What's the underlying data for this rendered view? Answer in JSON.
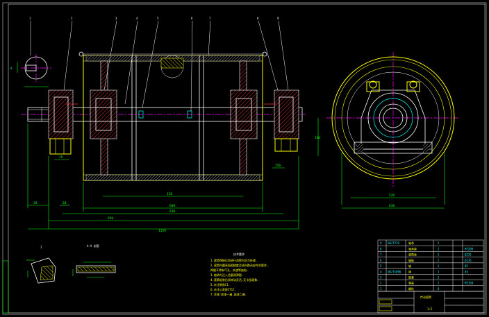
{
  "balloons": [
    "1",
    "2",
    "3",
    "4",
    "5",
    "6",
    "7",
    "8",
    "9"
  ],
  "section_marks": {
    "view_a": "A",
    "detail_label": "I",
    "detail_a_title": "A-A 剖面"
  },
  "dimensions": {
    "d1": "15",
    "d2": "120",
    "d3": "20",
    "d4": "600",
    "d5": "930",
    "d6": "950",
    "d7": "1159",
    "d8": "20",
    "d9": "150",
    "side_width_1": "520",
    "side_width_2": "630",
    "side_height": "100"
  },
  "tech_requirements": {
    "title": "技术要求",
    "lines": [
      "1.滚筒焊接后须进行消除内应力处理.",
      "2.滚筒外圆表面粗糙度及径向跳动应符合要求,",
      "  焊缝不得有气孔、夹渣等缺陷.",
      "3.轴承内注入适量润滑脂.",
      "4.滚筒组装后须转动灵活,无卡阻现象.",
      "5.未注倒角C1.",
      "6.未注公差按IT12.",
      "7.涂漆:底漆一遍,面漆二遍."
    ]
  },
  "parts_list": [
    {
      "no": "9",
      "code": "GB/T276",
      "name": "轴承",
      "qty": "2",
      "material": ""
    },
    {
      "no": "8",
      "code": "",
      "name": "轴承座",
      "qty": "2",
      "material": "HT200"
    },
    {
      "no": "7",
      "code": "",
      "name": "滚筒体",
      "qty": "1",
      "material": "Q235"
    },
    {
      "no": "6",
      "code": "",
      "name": "辐板",
      "qty": "2",
      "material": "Q235"
    },
    {
      "no": "5",
      "code": "",
      "name": "轴",
      "qty": "1",
      "material": "45"
    },
    {
      "no": "4",
      "code": "GB/T1096",
      "name": "键",
      "qty": "2",
      "material": "45"
    },
    {
      "no": "3",
      "code": "",
      "name": "胀套",
      "qty": "2",
      "material": ""
    },
    {
      "no": "2",
      "code": "",
      "name": "端盖",
      "qty": "2",
      "material": "HT150"
    },
    {
      "no": "1",
      "code": "",
      "name": "螺栓",
      "qty": "8",
      "material": ""
    }
  ],
  "title_block": {
    "drawing_name": "传动滚筒",
    "drawing_no": "",
    "scale": "1:5",
    "sheet": ""
  }
}
